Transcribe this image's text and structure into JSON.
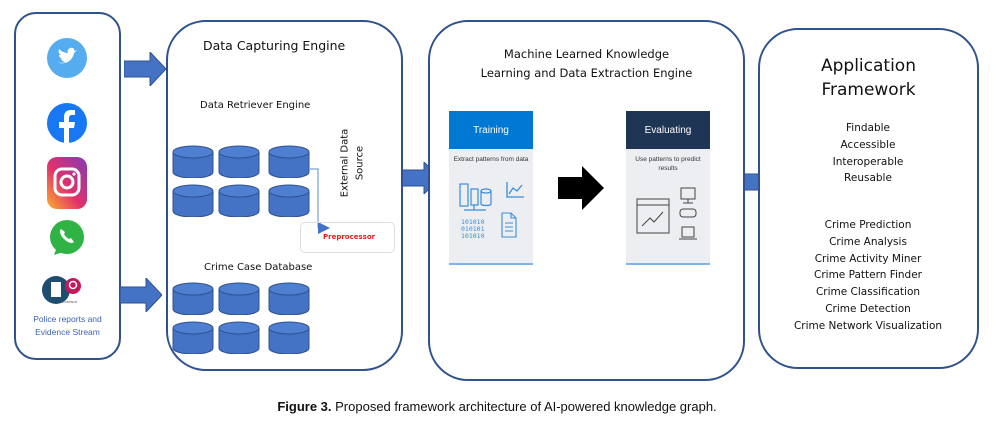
{
  "sources": {
    "icons": [
      "twitter-icon",
      "facebook-icon",
      "instagram-icon",
      "whatsapp-icon",
      "police-report-icon"
    ],
    "police_label_line1": "Police reports and",
    "police_label_line2": "Evidence Stream",
    "evidence_tag": "EVIDENCE"
  },
  "capture": {
    "title": "Data Capturing Engine",
    "retriever": "Data Retriever Engine",
    "external_line1": "External Data",
    "external_line2": "Source",
    "preprocessor": "Preprocessor",
    "crime_db": "Crime Case Database"
  },
  "ml": {
    "title_line1": "Machine Learned Knowledge",
    "title_line2": "Learning and Data Extraction Engine",
    "training": {
      "header": "Training",
      "text": "Extract patterns from data",
      "binary": [
        "101010",
        "010101",
        "101010"
      ]
    },
    "evaluating": {
      "header": "Evaluating",
      "text": "Use patterns to predict results"
    }
  },
  "app": {
    "title_line1": "Application",
    "title_line2": "Framework",
    "principles": [
      "Findable",
      "Accessible",
      "Interoperable",
      "Reusable"
    ],
    "features": [
      "Crime Prediction",
      "Crime Analysis",
      "Crime Activity Miner",
      "Crime Pattern Finder",
      "Crime Classification",
      "Crime Detection",
      "Crime Network Visualization"
    ]
  },
  "caption": {
    "label": "Figure 3.",
    "text": " Proposed framework architecture of AI-powered knowledge graph."
  },
  "colors": {
    "panel_border": "#2f528f",
    "arrow": "#4472c4",
    "training": "#0078d4",
    "evaluating": "#1f3556",
    "preprocessor_text": "#e02020"
  }
}
